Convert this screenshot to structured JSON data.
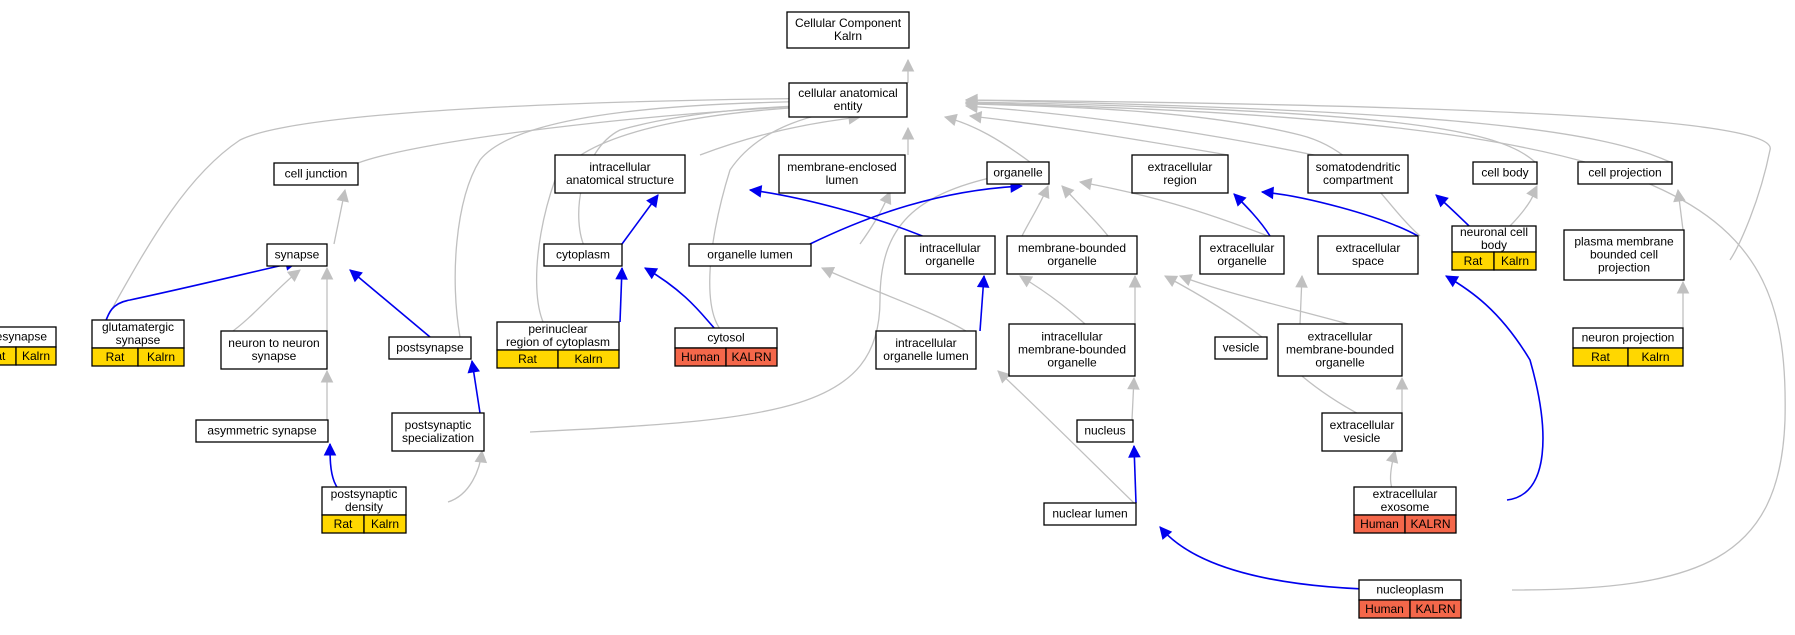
{
  "diagram": {
    "nodes": {
      "root": {
        "lines": [
          "Cellular Component",
          "Kalrn"
        ]
      },
      "cae": {
        "lines": [
          "cellular anatomical",
          "entity"
        ]
      },
      "cj": {
        "lines": [
          "cell junction"
        ]
      },
      "ias": {
        "lines": [
          "intracellular",
          "anatomical structure"
        ]
      },
      "mel": {
        "lines": [
          "membrane-enclosed",
          "lumen"
        ]
      },
      "org": {
        "lines": [
          "organelle"
        ]
      },
      "exr": {
        "lines": [
          "extracellular",
          "region"
        ]
      },
      "sdc": {
        "lines": [
          "somatodendritic",
          "compartment"
        ]
      },
      "cb": {
        "lines": [
          "cell body"
        ]
      },
      "cp": {
        "lines": [
          "cell projection"
        ]
      },
      "syn": {
        "lines": [
          "synapse"
        ]
      },
      "cyt": {
        "lines": [
          "cytoplasm"
        ]
      },
      "orgl": {
        "lines": [
          "organelle lumen"
        ]
      },
      "io": {
        "lines": [
          "intracellular",
          "organelle"
        ]
      },
      "mbo": {
        "lines": [
          "membrane-bounded",
          "organelle"
        ]
      },
      "exo": {
        "lines": [
          "extracellular",
          "organelle"
        ]
      },
      "exs": {
        "lines": [
          "extracellular",
          "space"
        ]
      },
      "ncb": {
        "lines": [
          "neuronal cell",
          "body"
        ],
        "annot": [
          {
            "label": "Rat",
            "species": "rat"
          },
          {
            "label": "Kalrn",
            "species": "rat"
          }
        ]
      },
      "pmbcp": {
        "lines": [
          "plasma membrane",
          "bounded cell",
          "projection"
        ]
      },
      "pre": {
        "lines": [
          "presynapse"
        ],
        "annot": [
          {
            "label": "Rat",
            "species": "rat"
          },
          {
            "label": "Kalrn",
            "species": "rat"
          }
        ]
      },
      "glu": {
        "lines": [
          "glutamatergic",
          "synapse"
        ],
        "annot": [
          {
            "label": "Rat",
            "species": "rat"
          },
          {
            "label": "Kalrn",
            "species": "rat"
          }
        ]
      },
      "n2n": {
        "lines": [
          "neuron to neuron",
          "synapse"
        ]
      },
      "post": {
        "lines": [
          "postsynapse"
        ]
      },
      "peri": {
        "lines": [
          "perinuclear",
          "region of cytoplasm"
        ],
        "annot": [
          {
            "label": "Rat",
            "species": "rat"
          },
          {
            "label": "Kalrn",
            "species": "rat"
          }
        ]
      },
      "cytosol": {
        "lines": [
          "cytosol"
        ],
        "annot": [
          {
            "label": "Human",
            "species": "human"
          },
          {
            "label": "KALRN",
            "species": "human"
          }
        ]
      },
      "iol": {
        "lines": [
          "intracellular",
          "organelle lumen"
        ]
      },
      "imbo": {
        "lines": [
          "intracellular",
          "membrane-bounded",
          "organelle"
        ]
      },
      "ves": {
        "lines": [
          "vesicle"
        ]
      },
      "embo": {
        "lines": [
          "extracellular",
          "membrane-bounded",
          "organelle"
        ]
      },
      "np": {
        "lines": [
          "neuron projection"
        ],
        "annot": [
          {
            "label": "Rat",
            "species": "rat"
          },
          {
            "label": "Kalrn",
            "species": "rat"
          }
        ]
      },
      "asym": {
        "lines": [
          "asymmetric synapse"
        ]
      },
      "psspec": {
        "lines": [
          "postsynaptic",
          "specialization"
        ]
      },
      "nuc": {
        "lines": [
          "nucleus"
        ]
      },
      "exv": {
        "lines": [
          "extracellular",
          "vesicle"
        ]
      },
      "psd": {
        "lines": [
          "postsynaptic",
          "density"
        ],
        "annot": [
          {
            "label": "Rat",
            "species": "rat"
          },
          {
            "label": "Kalrn",
            "species": "rat"
          }
        ]
      },
      "nl": {
        "lines": [
          "nuclear lumen"
        ]
      },
      "exosome": {
        "lines": [
          "extracellular",
          "exosome"
        ],
        "annot": [
          {
            "label": "Human",
            "species": "human"
          },
          {
            "label": "KALRN",
            "species": "human"
          }
        ]
      },
      "nucleoplasm": {
        "lines": [
          "nucleoplasm"
        ],
        "annot": [
          {
            "label": "Human",
            "species": "human"
          },
          {
            "label": "KALRN",
            "species": "human"
          }
        ]
      }
    },
    "colors": {
      "rat": "#ffd700",
      "human": "#f4674a",
      "is_a_edge": "#c0c0c0",
      "part_of_edge": "#0000ee"
    }
  }
}
